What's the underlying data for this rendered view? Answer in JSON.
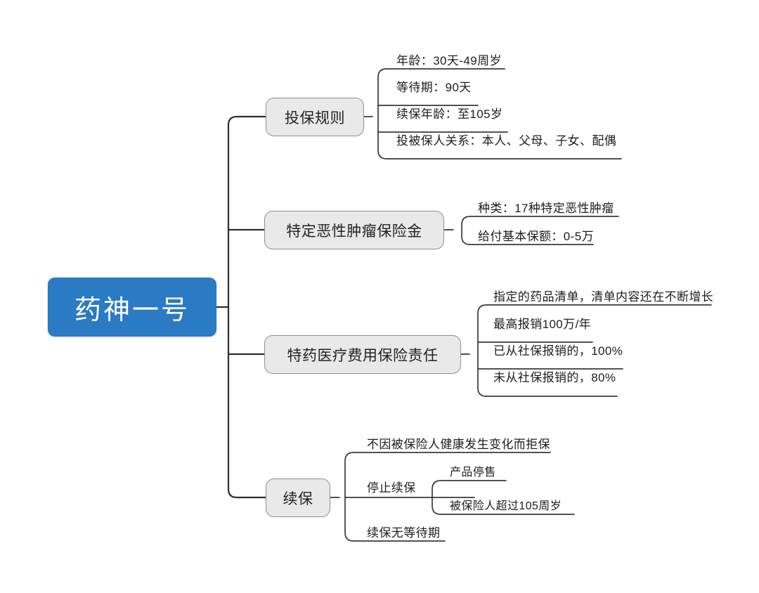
{
  "diagram": {
    "type": "mind-map",
    "title": "药神一号",
    "orientation": "left-to-right",
    "colors": {
      "root_fill": "#2a7ac4",
      "root_text": "#ffffff",
      "branch_fill": "#e9e9e9",
      "branch_border": "#8f8f8f",
      "branch_text": "#222222",
      "leaf_text": "#1d1d1d",
      "connector": "#2e2e2e",
      "background": "#ffffff"
    },
    "root": {
      "label": "药神一号"
    },
    "branches": [
      {
        "label": "投保规则",
        "children": [
          {
            "label": "年龄：30天-49周岁"
          },
          {
            "label": "等待期：90天"
          },
          {
            "label": "续保年龄：至105岁"
          },
          {
            "label": "投被保人关系：本人、父母、子女、配偶"
          }
        ]
      },
      {
        "label": "特定恶性肿瘤保险金",
        "children": [
          {
            "label": "种类：17种特定恶性肿瘤"
          },
          {
            "label": "给付基本保额：0-5万"
          }
        ]
      },
      {
        "label": "特药医疗费用保险责任",
        "children": [
          {
            "label": "指定的药品清单，清单内容还在不断增长"
          },
          {
            "label": "最高报销100万/年"
          },
          {
            "label": "已从社保报销的，100%"
          },
          {
            "label": "未从社保报销的，80%"
          }
        ]
      },
      {
        "label": "续保",
        "children": [
          {
            "label": "不因被保险人健康发生变化而拒保"
          },
          {
            "label": "停止续保",
            "children": [
              {
                "label": "产品停售"
              },
              {
                "label": "被保险人超过105周岁"
              }
            ]
          },
          {
            "label": "续保无等待期"
          }
        ]
      }
    ]
  }
}
